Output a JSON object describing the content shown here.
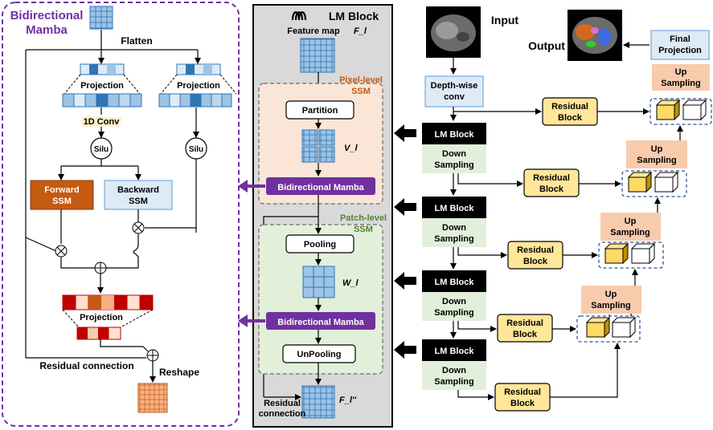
{
  "left_panel": {
    "title_line1": "Bidirectional",
    "title_line2": "Mamba",
    "flatten": "Flatten",
    "projection_left": "Projection",
    "projection_right": "Projection",
    "conv1d": "1D Conv",
    "silu_left": "Silu",
    "silu_right": "Silu",
    "forward_ssm_line1": "Forward",
    "forward_ssm_line2": "SSM",
    "backward_ssm_line1": "Backward",
    "backward_ssm_line2": "SSM",
    "projection_bottom": "Projection",
    "residual_connection": "Residual connection",
    "reshape": "Reshape"
  },
  "middle_panel": {
    "title": "LM Block",
    "feature_map": "Feature map",
    "feature_map_symbol": "F_l",
    "pixel_level_line1": "Pixel-level",
    "pixel_level_line2": "SSM",
    "partition": "Partition",
    "v_symbol": "V_l",
    "bidirectional_mamba_1": "Bidirectional Mamba",
    "patch_level_line1": "Patch-level",
    "patch_level_line2": "SSM",
    "pooling": "Pooling",
    "w_symbol": "W_l",
    "bidirectional_mamba_2": "Bidirectional Mamba",
    "unpooling": "UnPooling",
    "residual_line1": "Residual",
    "residual_line2": "connection",
    "output_symbol": "F_l''"
  },
  "right_panel": {
    "input": "Input",
    "output": "Output",
    "depthwise_line1": "Depth-wise",
    "depthwise_line2": "conv",
    "final_projection_line1": "Final",
    "final_projection_line2": "Projection",
    "lm_block": "LM Block",
    "down_line1": "Down",
    "down_line2": "Sampling",
    "up_line1": "Up",
    "up_line2": "Sampling",
    "residual_line1": "Residual",
    "residual_line2": "Block"
  },
  "colors": {
    "purple": "#7030A0",
    "orange_text": "#C55A11",
    "green_text": "#548235",
    "blue_fill": "#DEEBF7",
    "blue_stroke": "#5B9BD5",
    "residual_fill": "#FFE699",
    "up_fill": "#F8CBAD",
    "down_fill": "#E2EFDA",
    "forward_fill": "#C55A11",
    "pixel_fill": "#FBE5D6",
    "patch_fill": "#E2F0D9"
  }
}
